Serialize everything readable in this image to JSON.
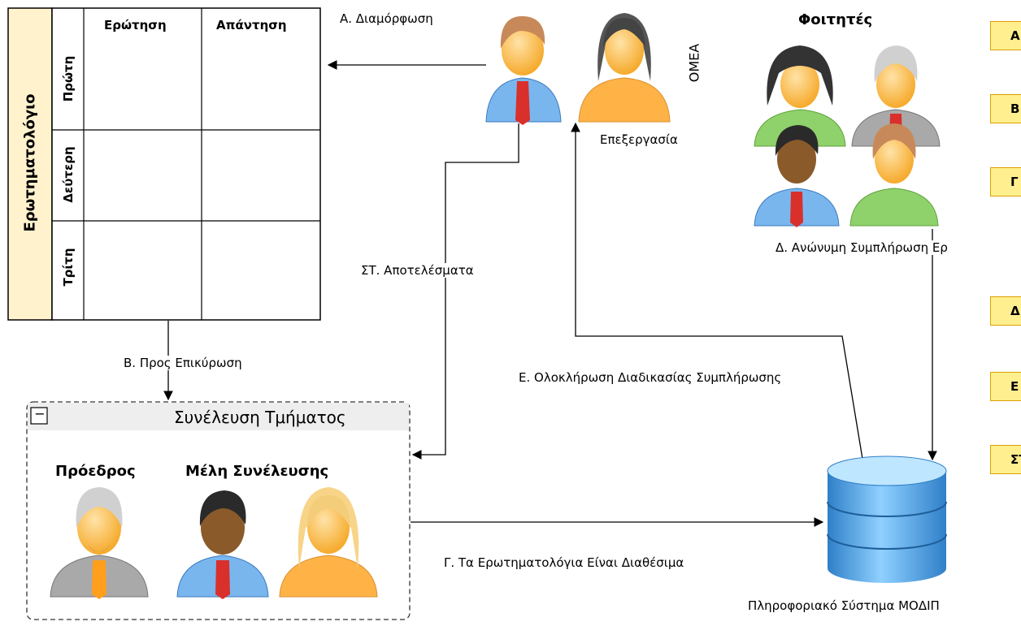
{
  "questionnaire": {
    "title": "Ερωτηματολόγιο",
    "col_question": "Ερώτηση",
    "col_answer": "Απάντηση",
    "rows": [
      "Πρώτη",
      "Δεύτερη",
      "Τρίτη"
    ]
  },
  "omea": {
    "label": "ΟΜΕΑ",
    "processing": "Επεξεργασία"
  },
  "students": {
    "title": "Φοιτητές"
  },
  "assembly": {
    "title": "Συνέλευση Τμήματος",
    "collapse": "−",
    "chair": "Πρόεδρος",
    "members": "Μέλη Συνέλευσης"
  },
  "database": {
    "label": "Πληροφοριακό Σύστημα ΜΟΔΙΠ"
  },
  "steps": {
    "a": "Α. Διαμόρφωση",
    "b": "Β. Προς Επικύρωση",
    "c": "Γ. Τα Ερωτηματολόγια Είναι Διαθέσιμα",
    "d": "Δ. Ανώνυμη Συμπλήρωση Ερ",
    "e": "Ε. Ολοκλήρωση Διαδικασίας Συμπλήρωσης",
    "st": "ΣΤ. Αποτελέσματα"
  },
  "side_boxes": [
    "Α",
    "Β",
    "Γ",
    "Δ",
    "Ε",
    "ΣΤ"
  ],
  "colors": {
    "note_yellow": "#fff2cc",
    "shirt_blue": "#7ab6ee",
    "skin": "#ffc46b",
    "shirt_orange": "#ffb347",
    "shirt_green": "#8fd16a",
    "shirt_gray": "#a9a9a9",
    "db_blue": "#4aa0e0"
  }
}
